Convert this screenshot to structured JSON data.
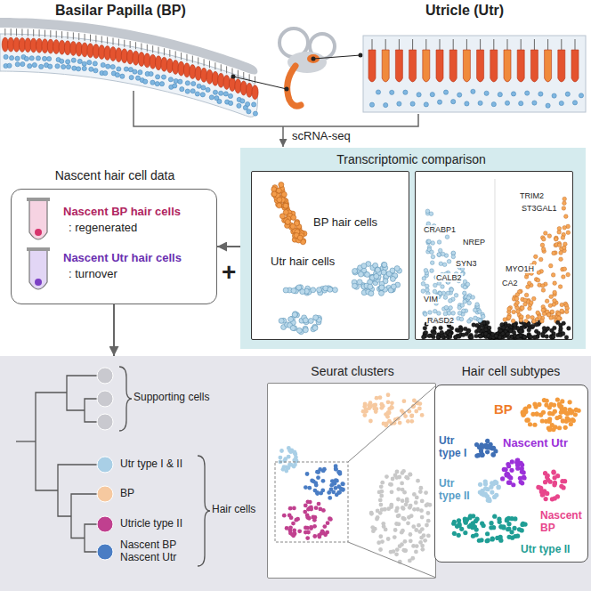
{
  "diagram": {
    "nodes": [
      {
        "text": [
          "Nascent hair cell data",
          "Nascent BP hair cells",
          ": regenerated",
          "Nascent Utr hair cells",
          ": turnover"
        ]
      },
      {
        "text": [
          "Transcriptomic comparison"
        ]
      },
      {
        "text": [
          "BP hair cells",
          "Utr hair cells"
        ],
        "in": 1
      },
      {
        "text": [
          "CRABP1",
          "NREP",
          "SYN3",
          "CALB2",
          "VIM",
          "RASD2",
          "TRIM2",
          "ST3GAL1",
          "MYO1H",
          "CA2"
        ],
        "in": 1
      },
      {
        "text": [
          "Supporting cells",
          "Utr type I & II",
          "BP",
          "Utricle type II",
          "Nascent BP Nascent Utr",
          "Hair cells"
        ]
      },
      {
        "text": [
          "Seurat clusters"
        ],
        "in": 4
      },
      {
        "text": [
          "Hair cell subtypes",
          "BP",
          "Utr type I",
          "Nascent Utr",
          "Utr type II",
          "Nascent BP",
          "Utr type II"
        ],
        "in": 4
      }
    ],
    "edges": [
      {
        "from": 1,
        "to": 0,
        "arrow": "to"
      },
      {
        "from": 0,
        "to": 4,
        "arrow": "to"
      }
    ],
    "labels": [
      "Basilar Papilla (BP)",
      "Utricle (Utr)",
      "scRNA-seq",
      "+"
    ]
  }
}
